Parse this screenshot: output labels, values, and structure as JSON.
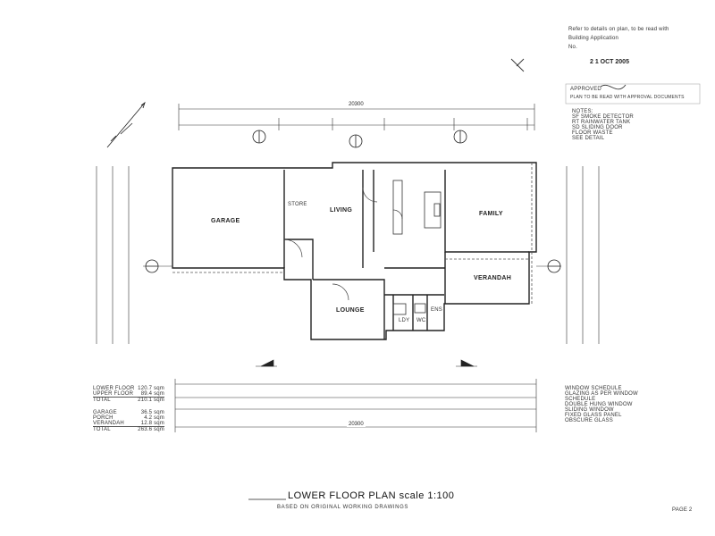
{
  "stamp": {
    "line1": "Refer to details on plan, to be read with",
    "line2": "Building Application",
    "line3": "No. ",
    "date": "2 1 OCT 2005"
  },
  "approval": {
    "line1": "APPROVED",
    "line2": "PLAN TO BE READ WITH APPROVAL DOCUMENTS"
  },
  "notes_top": [
    "NOTES:",
    "SF    SMOKE DETECTOR",
    "RT    RAINWATER TANK",
    "SD    SLIDING DOOR",
    "      FLOOR WASTE",
    "      SEE DETAIL"
  ],
  "rooms": {
    "garage": "GARAGE",
    "living": "LIVING",
    "family": "FAMILY",
    "lounge": "LOUNGE",
    "verandah": "VERANDAH",
    "store": "STORE",
    "ldy": "LDY",
    "wc": "WC",
    "ens": "ENS"
  },
  "overall_dims": {
    "top": "20300",
    "bottom": "20300"
  },
  "area_schedule": [
    {
      "label": "LOWER FLOOR",
      "value": "120.7 sqm"
    },
    {
      "label": "UPPER FLOOR",
      "value": "89.4 sqm"
    },
    {
      "label": "TOTAL",
      "value": "210.1 sqm"
    },
    {
      "label": "GARAGE",
      "value": "36.5 sqm"
    },
    {
      "label": "PORCH",
      "value": "4.2 sqm"
    },
    {
      "label": "VERANDAH",
      "value": "12.8 sqm"
    },
    {
      "label": "TOTAL",
      "value": "263.6 sqm"
    }
  ],
  "legend_bottom": [
    "WINDOW SCHEDULE",
    "GLAZING AS PER WINDOW",
    "SCHEDULE",
    "DOUBLE HUNG WINDOW",
    "SLIDING WINDOW",
    "FIXED GLASS PANEL",
    "OBSCURE GLASS"
  ],
  "title": "LOWER FLOOR PLAN scale 1:100",
  "subtitle": "BASED ON ORIGINAL WORKING DRAWINGS",
  "page": "PAGE 2"
}
